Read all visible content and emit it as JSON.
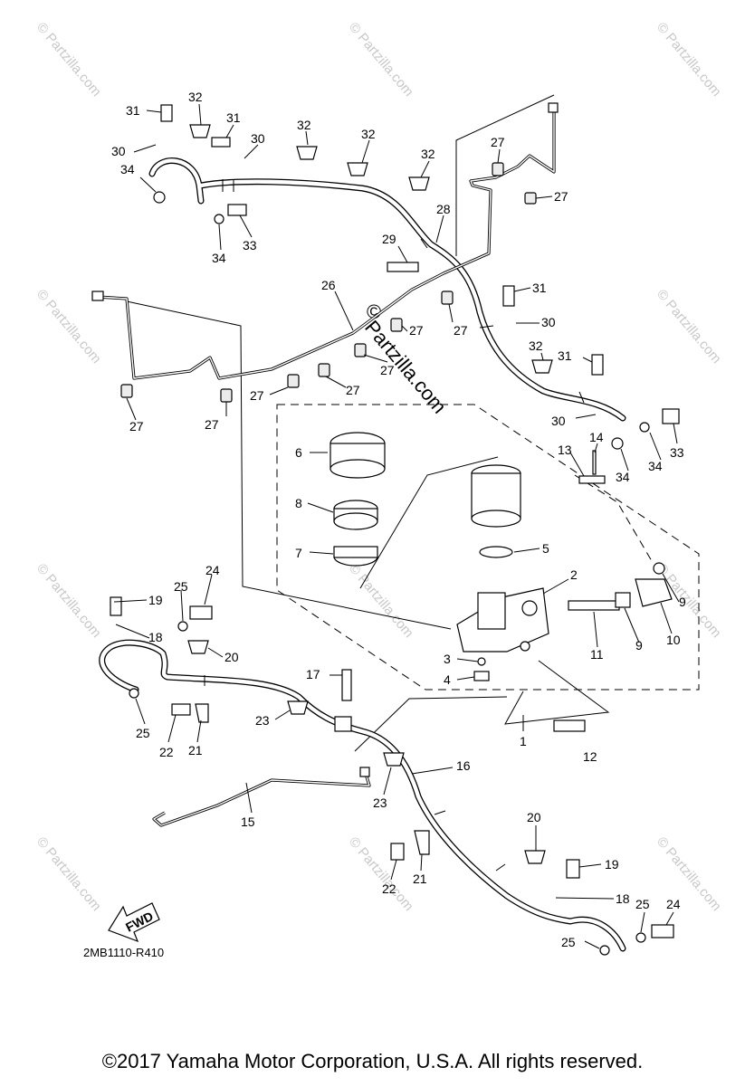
{
  "diagram": {
    "catalog_code": "2MB1110-R410",
    "copyright": "©2017  Yamaha Motor Corporation, U.S.A. All rights reserved.",
    "fwd_label": "FWD",
    "watermark_text": "© Partzilla.com",
    "watermark_center_symbol": "©",
    "watermark_center_text": "Partzilla.com",
    "callouts": [
      {
        "n": "31"
      },
      {
        "n": "32"
      },
      {
        "n": "31"
      },
      {
        "n": "30"
      },
      {
        "n": "30"
      },
      {
        "n": "34"
      },
      {
        "n": "32"
      },
      {
        "n": "32"
      },
      {
        "n": "32"
      },
      {
        "n": "27"
      },
      {
        "n": "27"
      },
      {
        "n": "33"
      },
      {
        "n": "34"
      },
      {
        "n": "28"
      },
      {
        "n": "29"
      },
      {
        "n": "31"
      },
      {
        "n": "26"
      },
      {
        "n": "30"
      },
      {
        "n": "27"
      },
      {
        "n": "27"
      },
      {
        "n": "27"
      },
      {
        "n": "32"
      },
      {
        "n": "31"
      },
      {
        "n": "27"
      },
      {
        "n": "27"
      },
      {
        "n": "27"
      },
      {
        "n": "27"
      },
      {
        "n": "30"
      },
      {
        "n": "33"
      },
      {
        "n": "34"
      },
      {
        "n": "34"
      },
      {
        "n": "13"
      },
      {
        "n": "14"
      },
      {
        "n": "6"
      },
      {
        "n": "8"
      },
      {
        "n": "7"
      },
      {
        "n": "5"
      },
      {
        "n": "2"
      },
      {
        "n": "9"
      },
      {
        "n": "10"
      },
      {
        "n": "9"
      },
      {
        "n": "11"
      },
      {
        "n": "3"
      },
      {
        "n": "4"
      },
      {
        "n": "1"
      },
      {
        "n": "12"
      },
      {
        "n": "19"
      },
      {
        "n": "25"
      },
      {
        "n": "24"
      },
      {
        "n": "18"
      },
      {
        "n": "20"
      },
      {
        "n": "17"
      },
      {
        "n": "25"
      },
      {
        "n": "22"
      },
      {
        "n": "21"
      },
      {
        "n": "23"
      },
      {
        "n": "16"
      },
      {
        "n": "23"
      },
      {
        "n": "15"
      },
      {
        "n": "20"
      },
      {
        "n": "19"
      },
      {
        "n": "22"
      },
      {
        "n": "21"
      },
      {
        "n": "18"
      },
      {
        "n": "25"
      },
      {
        "n": "24"
      },
      {
        "n": "25"
      }
    ]
  }
}
